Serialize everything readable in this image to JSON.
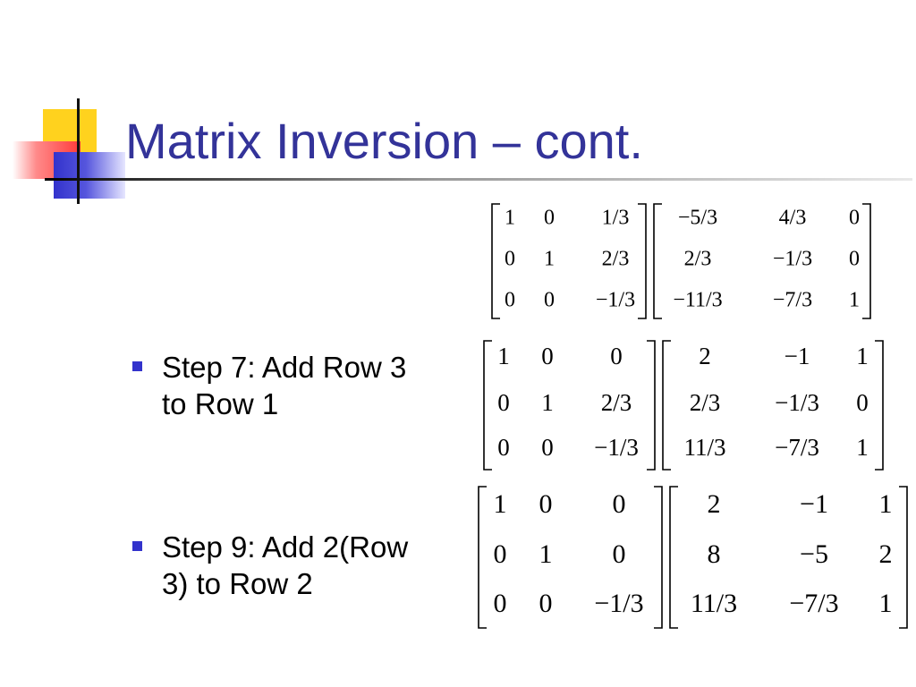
{
  "slide": {
    "title": "Matrix Inversion – cont.",
    "bullets": [
      {
        "lines": [
          "Step 7: Add Row 3",
          "to Row 1"
        ]
      },
      {
        "lines": [
          "Step 9: Add 2(Row",
          "3) to Row 2"
        ]
      }
    ],
    "matrices": [
      {
        "left": [
          [
            "1",
            "0",
            "1/3"
          ],
          [
            "0",
            "1",
            "2/3"
          ],
          [
            "0",
            "0",
            "−1/3"
          ]
        ],
        "right": [
          [
            "−5/3",
            "4/3",
            "0"
          ],
          [
            "2/3",
            "−1/3",
            "0"
          ],
          [
            "−11/3",
            "−7/3",
            "1"
          ]
        ]
      },
      {
        "left": [
          [
            "1",
            "0",
            "0"
          ],
          [
            "0",
            "1",
            "2/3"
          ],
          [
            "0",
            "0",
            "−1/3"
          ]
        ],
        "right": [
          [
            "2",
            "−1",
            "1"
          ],
          [
            "2/3",
            "−1/3",
            "0"
          ],
          [
            "11/3",
            "−7/3",
            "1"
          ]
        ]
      },
      {
        "left": [
          [
            "1",
            "0",
            "0"
          ],
          [
            "0",
            "1",
            "0"
          ],
          [
            "0",
            "0",
            "−1/3"
          ]
        ],
        "right": [
          [
            "2",
            "−1",
            "1"
          ],
          [
            "8",
            "−5",
            "2"
          ],
          [
            "11/3",
            "−7/3",
            "1"
          ]
        ]
      }
    ]
  }
}
